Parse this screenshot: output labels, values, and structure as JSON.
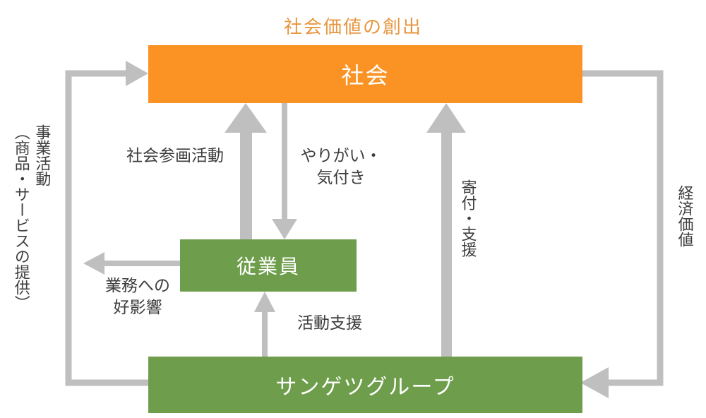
{
  "diagram": {
    "title": "社会価値の創出",
    "title_color": "#E89640",
    "colors": {
      "society_box": "#FA9324",
      "group_box": "#6E9E4B",
      "employee_box": "#6E9E4B",
      "arrow": "#BFBFBF",
      "text": "#3d3d3d"
    },
    "nodes": {
      "society": "社会",
      "employees": "従業員",
      "group": "サンゲツグループ"
    },
    "labels": {
      "business_activity_main": "事業活動",
      "business_activity_sub": "（商品・サービスの提供）",
      "economic_value": "経済価値",
      "social_participation": "社会参画活動",
      "fulfillment_awareness": "やりがい・\n気付き",
      "donation_support": "寄付・支援",
      "work_impact": "業務への\n好影響",
      "activity_support": "活動支援"
    }
  }
}
